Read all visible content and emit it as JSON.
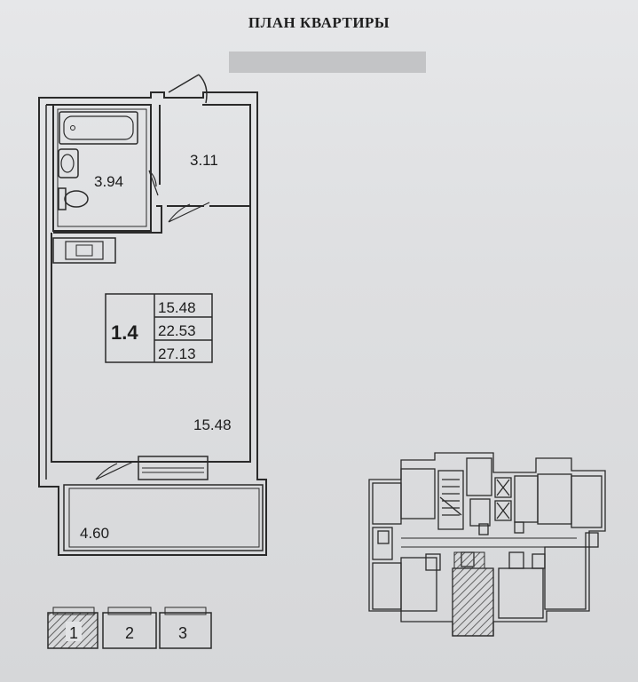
{
  "header": {
    "title": "ПЛАН КВАРТИРЫ"
  },
  "apartment": {
    "number": "1.4",
    "areas": {
      "living": "15.48",
      "total_without_balcony": "22.53",
      "total": "27.13"
    },
    "rooms": {
      "bathroom": "3.94",
      "hallway": "3.11",
      "main_room": "15.48",
      "balcony": "4.60"
    }
  },
  "sections": {
    "items": [
      "1",
      "2",
      "3"
    ],
    "selected": "1"
  }
}
